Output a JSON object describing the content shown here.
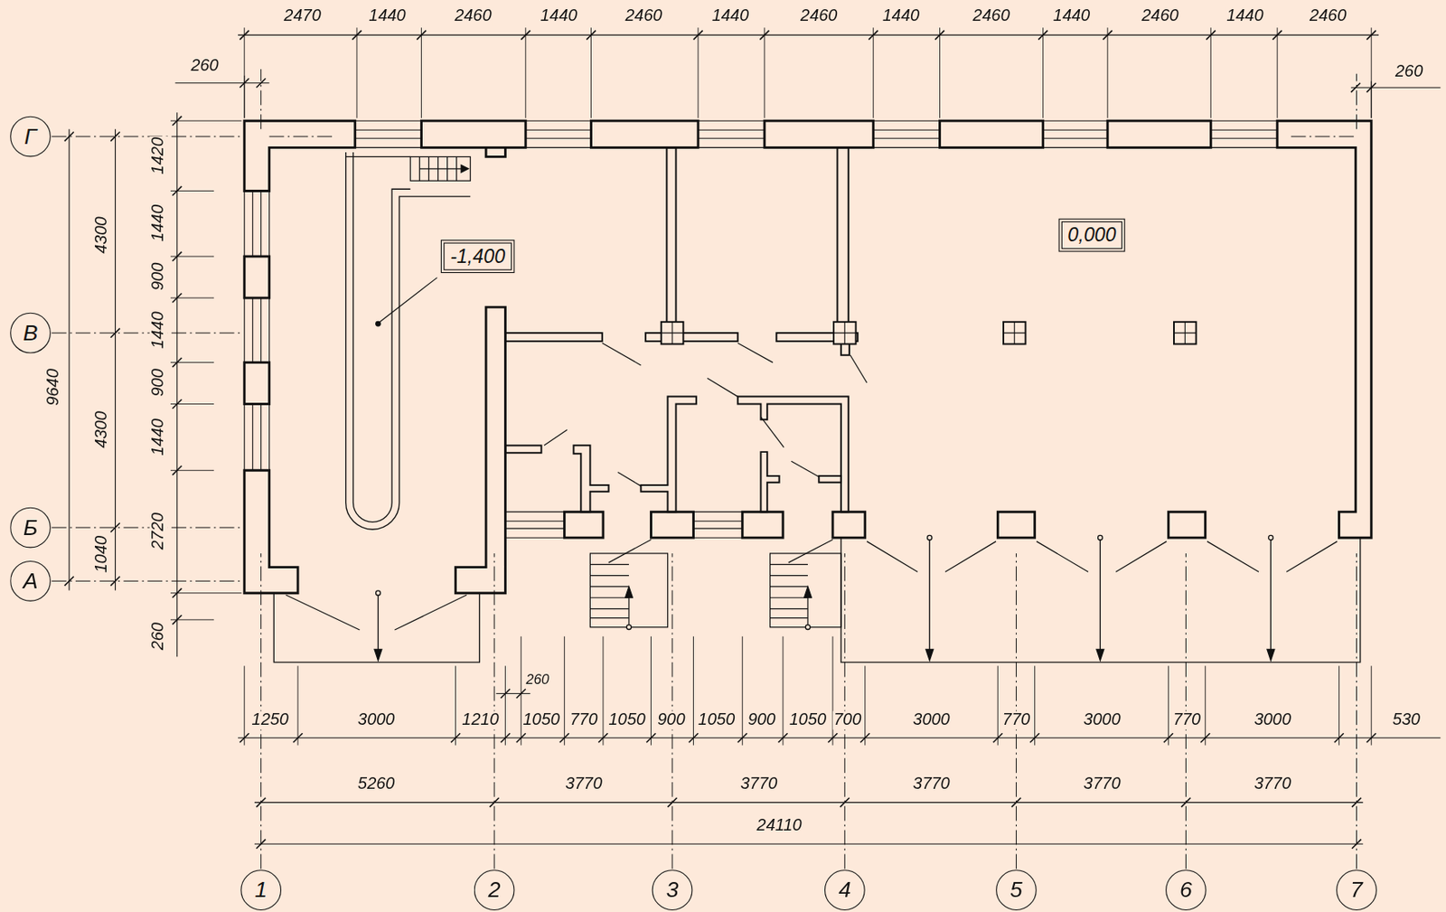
{
  "diagram": {
    "nodes": [
      {
        "text": [
          "Г"
        ]
      },
      {
        "text": [
          "0,000"
        ]
      },
      {
        "text": [
          "-1,400"
        ]
      },
      {
        "text": [
          "В"
        ]
      },
      {
        "text": [
          "Б"
        ]
      },
      {
        "text": [
          "А"
        ]
      },
      {
        "text": [
          "1"
        ]
      },
      {
        "text": [
          "2"
        ]
      },
      {
        "text": [
          "3"
        ]
      },
      {
        "text": [
          "4"
        ]
      },
      {
        "text": [
          "5"
        ]
      },
      {
        "text": [
          "6"
        ]
      },
      {
        "text": [
          "7"
        ]
      }
    ],
    "labels": [
      "2470",
      "1440",
      "2460",
      "1440",
      "2460",
      "1440",
      "2460",
      "1440",
      "2460",
      "1440",
      "2460",
      "1440",
      "2460",
      "260",
      "260",
      "1420",
      "1440",
      "900",
      "1440",
      "900",
      "1440",
      "2720",
      "260",
      "4300",
      "4300",
      "1040",
      "9640",
      "1250",
      "3000",
      "1210",
      "1050",
      "770",
      "1050",
      "900",
      "1050",
      "900",
      "1050",
      "700",
      "3000",
      "770",
      "3000",
      "770",
      "3000",
      "530",
      "260",
      "5260",
      "3770",
      "3770",
      "3770",
      "3770",
      "3770",
      "24110"
    ]
  }
}
